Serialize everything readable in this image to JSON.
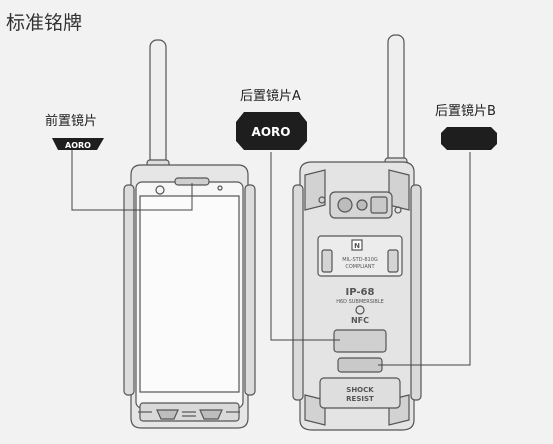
{
  "title": "标准铭牌",
  "labels": {
    "front_lens": "前置镜片",
    "rear_lens_a": "后置镜片A",
    "rear_lens_b": "后置镜片B"
  },
  "badges": {
    "front_logo": "AORO",
    "rear_a_logo": "AORO"
  },
  "device_back_text": {
    "mil_std": "MIL-STD-810G",
    "compliant": "COMPLIANT",
    "ip_rating": "IP-68",
    "submersible": "H6D SUBMERSIBLE",
    "nfc": "NFC",
    "shock_line1": "SHOCK",
    "shock_line2": "RESIST",
    "ce_mark": "N"
  },
  "colors": {
    "background": "#f2f2f2",
    "line_art": "#555555",
    "badge_fill": "#1e1e1e",
    "badge_text": "#ffffff"
  }
}
